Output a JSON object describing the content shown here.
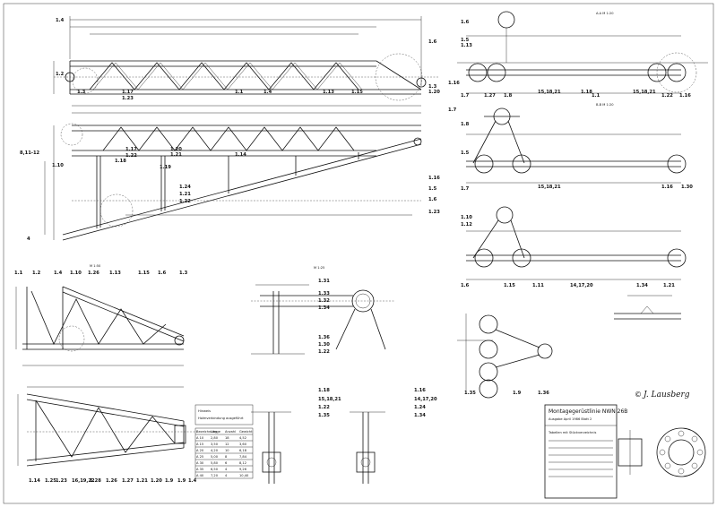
{
  "drawing": {
    "title": "Montagegerüstlinie NWN 26B",
    "subtitle": "Ausgabe April 1986  Blatt 2",
    "signature": "J. Lausberg",
    "copyright": "©",
    "note_lines": [
      "Hinweis",
      "Holmverbindung ausgeführt"
    ],
    "legend_label": "Tabellen mit Stückverzeichnis",
    "section_labels": {
      "top_right": "A-A M 1:20",
      "mid_right": "B-B M 1:20",
      "left_view": "M 1:50",
      "center_view": "M 1:25"
    }
  },
  "part_labels": {
    "top": [
      "1.4",
      "1.2",
      "1.3",
      "1.17",
      "1.23",
      "1.1",
      "1.4",
      "1.13",
      "1.15",
      "1.6",
      "1.3",
      "1.20",
      "1.16",
      "1.7"
    ],
    "middle": [
      "1.17",
      "1.22",
      "1.18",
      "1.19",
      "1.20",
      "1.21",
      "1.14",
      "1.24",
      "1.21",
      "1.22",
      "1.16",
      "1.23",
      "1.5",
      "1.6"
    ],
    "left_side": [
      "8,11-12",
      "4",
      "1.10"
    ],
    "bottom_left": [
      "1.1",
      "1.2",
      "1.4",
      "1.10",
      "1.26",
      "1.13",
      "1.15",
      "1.6",
      "1.3"
    ],
    "bottom_row": [
      "1.14",
      "1.25",
      "1.23",
      "16,19,22",
      "1.28",
      "1.26",
      "1.27",
      "1.21",
      "1.20",
      "1.9",
      "1.9",
      "1.4"
    ],
    "center": [
      "1.31",
      "1.33",
      "1.32",
      "1.34",
      "1.36",
      "1.30",
      "1.22"
    ],
    "detail_a": [
      "1.18",
      "15,18,21",
      "1.22",
      "1.35"
    ],
    "detail_b": [
      "1.16",
      "14,17,20",
      "1.24",
      "1.34"
    ],
    "right_a": [
      "1.6",
      "1.5",
      "1.13",
      "1.7",
      "1.27",
      "1.8",
      "15,18,21",
      "1.18",
      "1.1",
      "15,18,21",
      "1.22",
      "1.16"
    ],
    "right_b": [
      "1.8",
      "1.7",
      "1.5",
      "15,18,21",
      "1.16",
      "1.30"
    ],
    "right_c": [
      "1.10",
      "1.12",
      "1.6",
      "1.15",
      "1.11",
      "14,17,20",
      "1.34",
      "1.21"
    ],
    "right_d": [
      "1.35",
      "1.9",
      "1.36"
    ]
  },
  "table": {
    "headers": [
      "Bezeichnung",
      "Länge",
      "Anzahl",
      "Gewicht"
    ],
    "rows": [
      [
        "A 10",
        "2,80",
        "18",
        "4,52"
      ],
      [
        "A 15",
        "3,50",
        "12",
        "3,60"
      ],
      [
        "A 20",
        "4,20",
        "10",
        "6,18"
      ],
      [
        "A 25",
        "5,00",
        "8",
        "7,84"
      ],
      [
        "A 30",
        "5,80",
        "6",
        "8,12"
      ],
      [
        "A 35",
        "6,50",
        "4",
        "9,26"
      ],
      [
        "A 40",
        "7,20",
        "4",
        "10,40"
      ]
    ]
  }
}
